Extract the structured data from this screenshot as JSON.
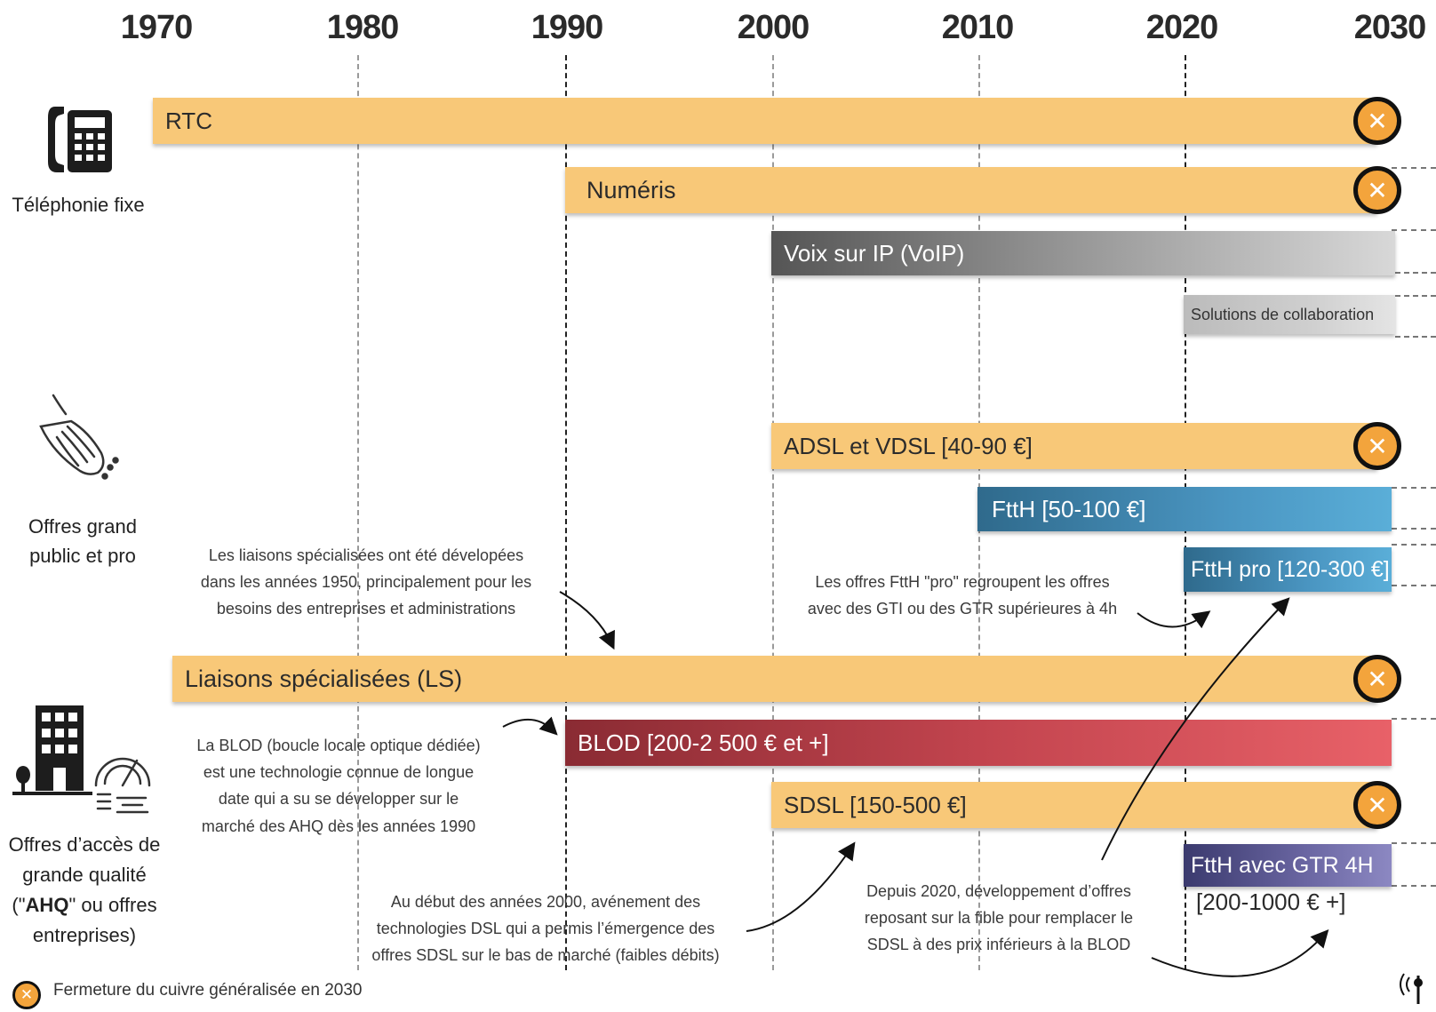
{
  "years": [
    "1970",
    "1980",
    "1990",
    "2000",
    "2010",
    "2020",
    "2030"
  ],
  "categories": {
    "telephonie": "Téléphonie fixe",
    "grand_public": [
      "Offres grand",
      "public et pro"
    ],
    "ahq": {
      "line1": "Offres d’accès de",
      "line2": "grande qualité",
      "line3_prefix": "(\"",
      "line3_bold": "AHQ",
      "line3_suffix": "\" ou offres",
      "line4": "entreprises)"
    }
  },
  "bars": {
    "rtc": "RTC",
    "numeris": "Numéris",
    "voip": "Voix sur IP (VoIP)",
    "collab": "Solutions de collaboration",
    "adsl": "ADSL et VDSL [40-90 €]",
    "ftth": "FttH [50-100 €]",
    "ftth_pro": "FttH pro [120-300 €]",
    "ls": "Liaisons spécialisées (LS)",
    "blod": "BLOD [200-2 500 € et +]",
    "sdsl": "SDSL [150-500 €]",
    "ftth_gtr": "FttH avec GTR 4H",
    "ftth_gtr_price": "[200-1000 € +]"
  },
  "notes": {
    "ls": [
      "Les liaisons spécialisées ont été dévelopées",
      "dans les années 1950, principalement pour les",
      "besoins des entreprises et administrations"
    ],
    "ftth_pro": [
      "Les offres FttH \"pro\" regroupent les offres",
      "avec des GTI ou des GTR supérieures à 4h"
    ],
    "blod": [
      "La BLOD (boucle locale optique dédiée)",
      "est une technologie connue de longue",
      "date qui a su se développer sur le",
      "marché des AHQ dès les années 1990"
    ],
    "dsl": [
      "Au début des années 2000, avénement des",
      "technologies DSL qui a permis l’émergence des",
      "offres SDSL sur le bas de marché (faibles débits)"
    ],
    "fibre": [
      "Depuis 2020, développement d’offres",
      "reposant sur la fible pour remplacer le",
      "SDSL à des prix inférieurs à la BLOD"
    ]
  },
  "legend": "Fermeture du cuivre généralisée en 2030",
  "colors": {
    "orange_bar": "#f8c878",
    "close_mark": "#f3a43c",
    "blod": "#c2444e",
    "ftth": "#4a95c1",
    "ftth_gtr": "#6b67a3",
    "voip": "#8c8c8c"
  },
  "icons": [
    "phone-icon",
    "fiber-cable-icon",
    "building-icon",
    "speedometer-icon",
    "close-mark-icon",
    "antenna-icon"
  ]
}
